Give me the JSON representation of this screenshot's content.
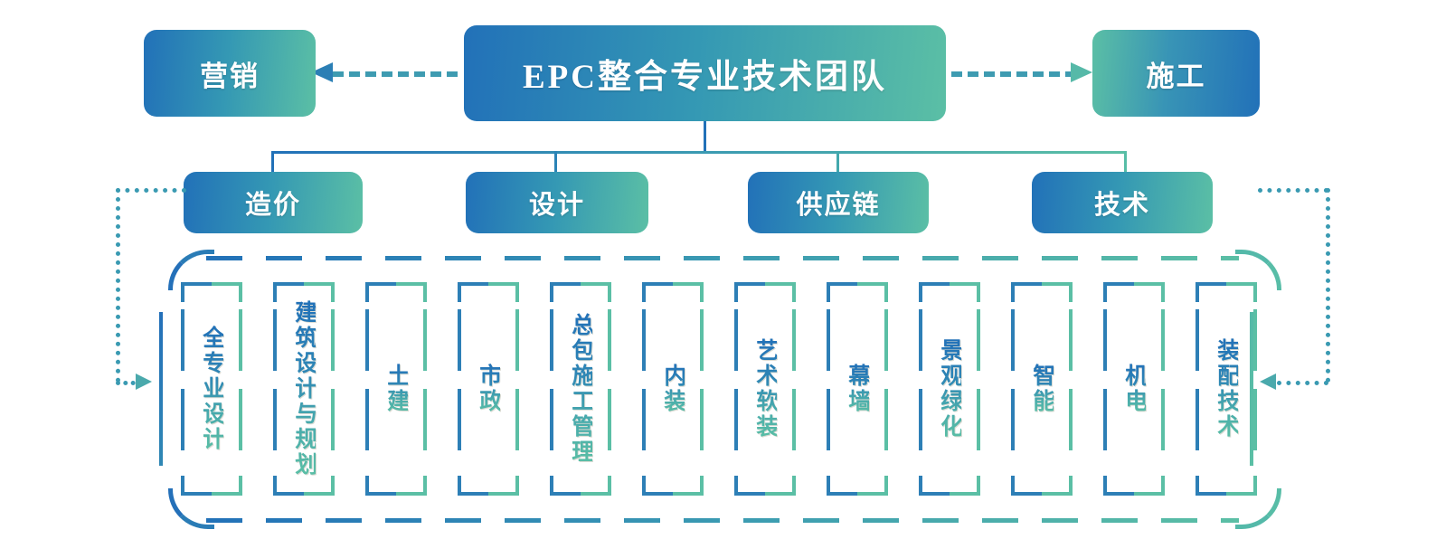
{
  "diagram": {
    "title": "EPC整合专业技术团队",
    "colors": {
      "gradient_start": "#2271b8",
      "gradient_mid": "#3498b4",
      "gradient_end": "#5bbfa5",
      "connector_blue": "#2d7fb6",
      "connector_teal": "#5bbfa5",
      "dotted_line": "#3a9ab2",
      "arrow_left": "#2b7fb5",
      "arrow_right": "#56b9a8"
    },
    "root": {
      "label": "EPC整合专业技术团队"
    },
    "side_nodes": {
      "left": {
        "label": "营销",
        "arrow": "arrow-left-icon"
      },
      "right": {
        "label": "施工",
        "arrow": "arrow-right-icon"
      }
    },
    "level2": [
      {
        "label": "造价"
      },
      {
        "label": "设计"
      },
      {
        "label": "供应链"
      },
      {
        "label": "技术"
      }
    ],
    "items": [
      {
        "label": "全专业设计"
      },
      {
        "label": "建筑设计与规划"
      },
      {
        "label": "土建"
      },
      {
        "label": "市政"
      },
      {
        "label": "总包施工管理"
      },
      {
        "label": "内装"
      },
      {
        "label": "艺术软装"
      },
      {
        "label": "幕墙"
      },
      {
        "label": "景观绿化"
      },
      {
        "label": "智能"
      },
      {
        "label": "机电"
      },
      {
        "label": "装配技术"
      }
    ]
  }
}
